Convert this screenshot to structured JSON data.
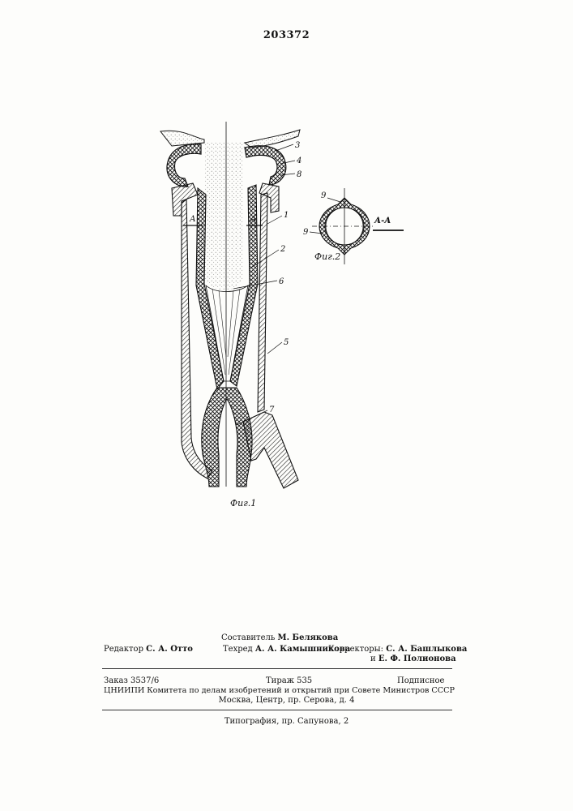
{
  "patent_number": "203372",
  "figure_labels": {
    "fig1": "Фиг.1",
    "fig2": "Фиг.2"
  },
  "section_marks": {
    "a": "А",
    "section": "А-А"
  },
  "part_numbers": [
    "1",
    "2",
    "3",
    "4",
    "5",
    "6",
    "7",
    "8",
    "9"
  ],
  "imprint": {
    "compiler_role": "Составитель",
    "compiler_name": "М. Белякова",
    "editor_role": "Редактор",
    "editor_name": "С. А. Отто",
    "techred_role": "Техред",
    "techred_name": "А. А. Камышникова",
    "correctors_role": "Корректоры:",
    "corrector1": "С. А. Башлыкова",
    "corrector2_prefix": "и",
    "corrector2": "Е. Ф. Полионова",
    "order": "Заказ 3537/6",
    "print_run": "Тираж 535",
    "subscription": "Подписное",
    "institute": "ЦНИИПИ Комитета по делам изобретений и открытий при Совете Министров СССР",
    "address": "Москва, Центр, пр. Серова, д. 4",
    "printer": "Типография, пр. Сапунова, 2"
  }
}
